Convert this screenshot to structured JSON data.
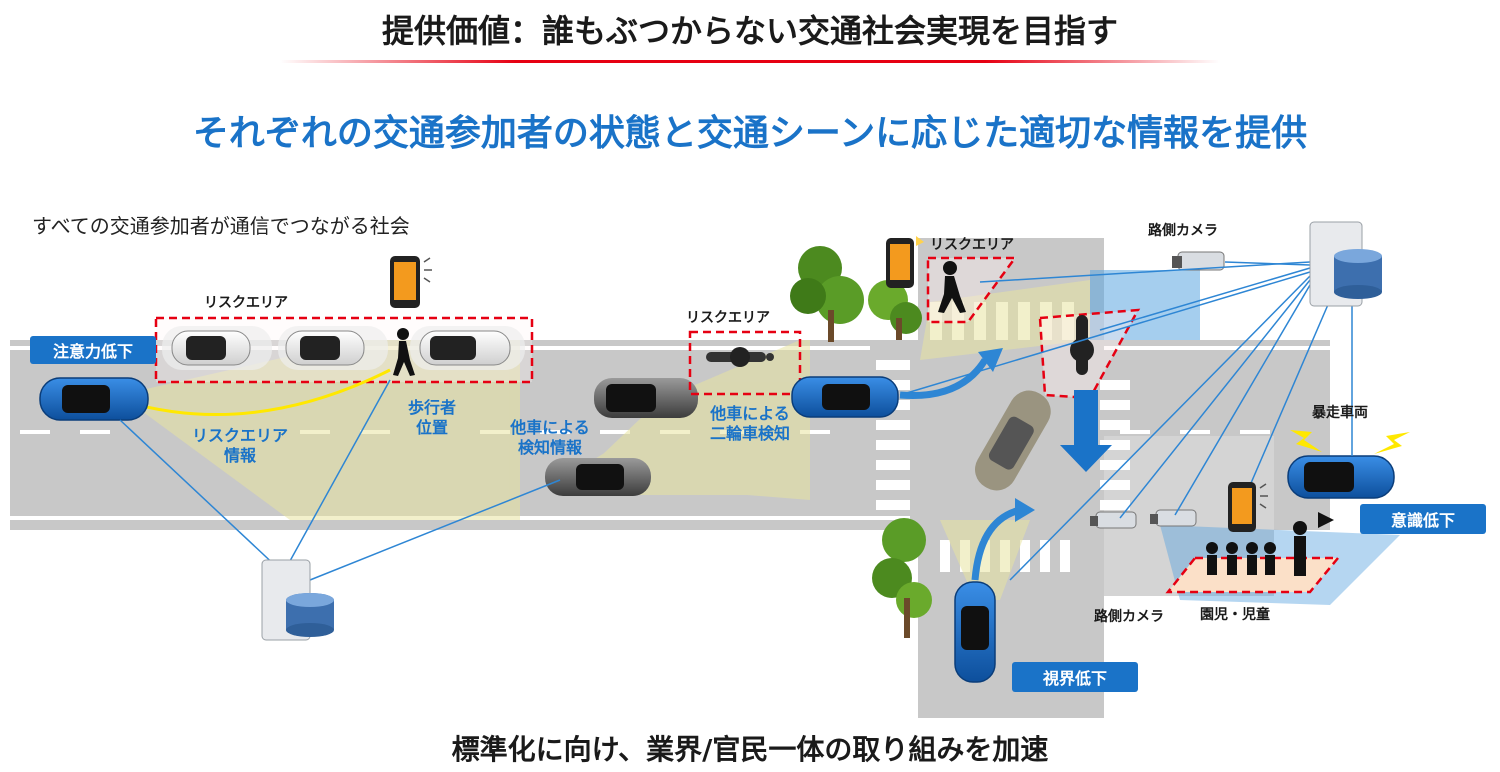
{
  "title": "提供価値：誰もぶつからない交通社会実現を目指す",
  "subtitle": "それぞれの交通参加者の状態と交通シーンに応じた適切な情報を提供",
  "caption": "すべての交通参加者が通信でつながる社会",
  "footer": "標準化に向け、業界/官民一体の取り組みを加速",
  "labels": {
    "attention_low": "注意力低下",
    "risk_area_1": "リスクエリア",
    "risk_area_2": "リスクエリア",
    "risk_area_3": "リスクエリア",
    "risk_area_info_1": "リスクエリア",
    "risk_area_info_2": "情報",
    "pedestrian_pos_1": "歩行者",
    "pedestrian_pos_2": "位置",
    "detect_info_1": "他車による",
    "detect_info_2": "検知情報",
    "two_wheel_1": "他車による",
    "two_wheel_2": "二輪車検知",
    "roadside_camera_top": "路側カメラ",
    "roadside_camera_bottom": "路側カメラ",
    "reckless_vehicle": "暴走車両",
    "consciousness_low": "意識低下",
    "children": "園児・児童",
    "visibility_low": "視界低下"
  },
  "colors": {
    "accent_blue": "#1a73c8",
    "risk_red": "#e60012",
    "road_gray": "#c8c8c8"
  },
  "icons": [
    "server-icon",
    "smartphone-alert-icon",
    "camera-icon",
    "tree-icon",
    "car-icon",
    "pedestrian-icon",
    "motorcycle-icon",
    "lightning-icon"
  ]
}
